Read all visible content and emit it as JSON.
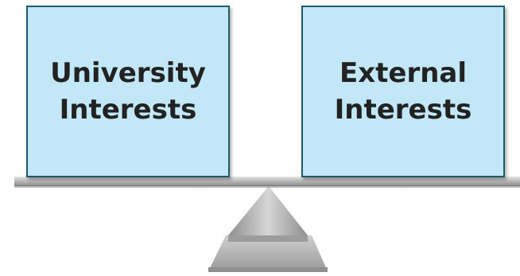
{
  "left_box": {
    "line1": "University",
    "line2": "Interests"
  },
  "right_box": {
    "line1": "External",
    "line2": "Interests"
  },
  "colors": {
    "box_fill": "#c2e8f8",
    "box_border": "#1f5a6b",
    "beam": "#9a9a9a",
    "fulcrum": "#b5b5b5",
    "base": "#a8a8a8"
  }
}
